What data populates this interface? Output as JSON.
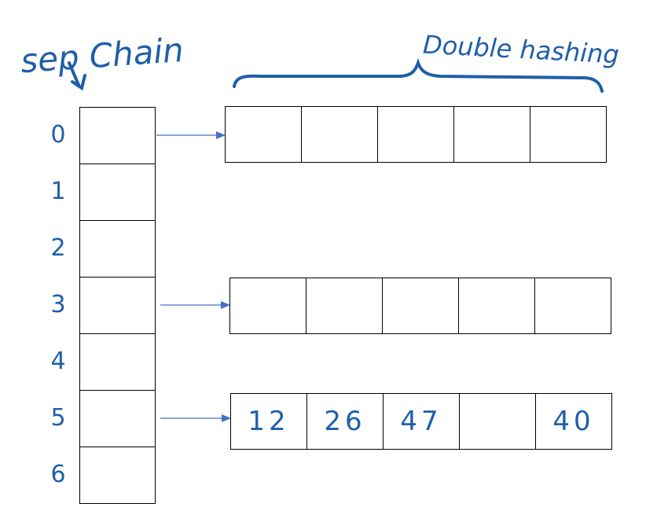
{
  "labels": {
    "left_heading": "sep Chain",
    "right_heading": "Double hashing"
  },
  "table": {
    "indices": [
      "0",
      "1",
      "2",
      "3",
      "4",
      "5",
      "6"
    ]
  },
  "chains": [
    {
      "from_index": 0,
      "cells": [
        "",
        "",
        "",
        "",
        ""
      ]
    },
    {
      "from_index": 3,
      "cells": [
        "",
        "",
        "",
        "",
        ""
      ]
    },
    {
      "from_index": 5,
      "cells": [
        "12",
        "26",
        "47",
        "",
        "40"
      ]
    }
  ],
  "colors": {
    "ink": "#1f5fa8",
    "arrow": "#4472c4",
    "border": "#000000"
  }
}
